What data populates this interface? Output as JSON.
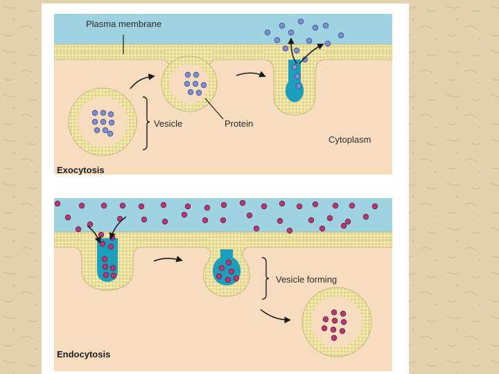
{
  "colors": {
    "background": "#e3d2ad",
    "extracellular": "#9fd3e2",
    "cytoplasm": "#f8dcc0",
    "membrane_head": "#f3ebb0",
    "vesicle_lumen": "#1c9fbd",
    "protein_exocytosis": "#7d8fcf",
    "particle_endocytosis": "#b53a74"
  },
  "exocytosis": {
    "title": "Exocytosis",
    "label_membrane": "Plasma membrane",
    "label_vesicle": "Vesicle",
    "label_protein": "Protein",
    "label_cytoplasm": "Cytoplasm"
  },
  "endocytosis": {
    "title": "Endocytosis",
    "label_forming": "Vesicle forming"
  }
}
